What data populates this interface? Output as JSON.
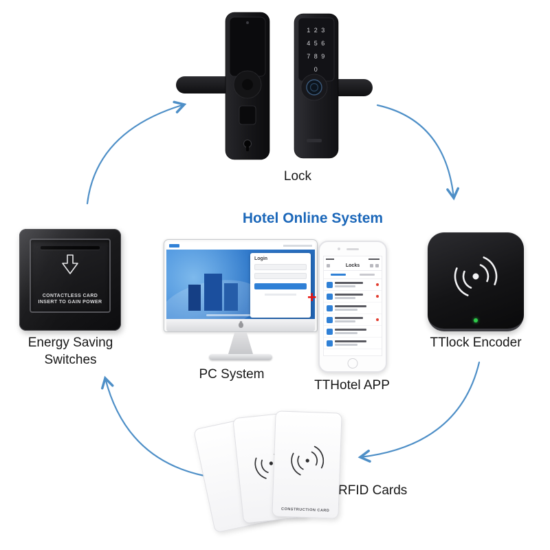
{
  "title": "Hotel Online System",
  "labels": {
    "lock": "Lock",
    "pc_system": "PC System",
    "tthotel_app": "TTHotel APP",
    "energy_saving_line1": "Energy Saving",
    "energy_saving_line2": "Switches",
    "ttlock_encoder": "TTlock Encoder",
    "rfid_cards": "RFID Cards"
  },
  "plus_sign": "+",
  "devices": {
    "energy_switch": {
      "panel_text_line1": "CONTACTLESS CARD",
      "panel_text_line2": "INSERT TO GAIN POWER"
    },
    "lock_keypad_rows": {
      "r1": "1 2 3",
      "r2": "4 5 6",
      "r3": "7 8 9",
      "r4": "0"
    },
    "rfid_card": {
      "text": "CONSTRUCTION CARD"
    },
    "pc_screen": {
      "login_title": "Login"
    },
    "phone_screen": {
      "nav_title": "Locks"
    }
  },
  "colors": {
    "title": "#1b67b9",
    "arrow": "#4e8fc7",
    "plus": "#ea100c",
    "encoder_led": "#2ecc4a"
  }
}
